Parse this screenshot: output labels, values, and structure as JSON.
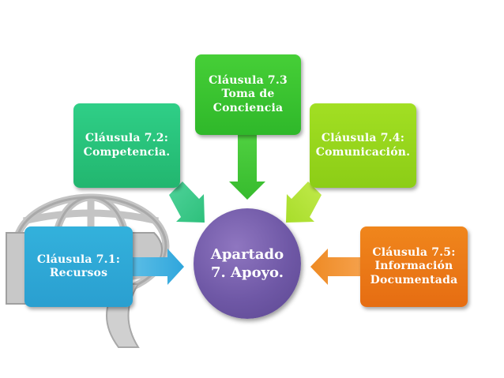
{
  "diagram": {
    "center": {
      "label": "Apartado\n7. Apoyo.",
      "color": "#6f58a6"
    },
    "nodes": [
      {
        "id": "7.1",
        "label": "Cláusula 7.1:\nRecursos",
        "color": "#2a9fd0"
      },
      {
        "id": "7.2",
        "label": "Cláusula 7.2:\nCompetencia.",
        "color": "#22b66f"
      },
      {
        "id": "7.3",
        "label": "Cláusula 7.3\nToma de\nConciencia",
        "color": "#2fb82a"
      },
      {
        "id": "7.4",
        "label": "Cláusula 7.4:\nComunicación.",
        "color": "#8ccd16"
      },
      {
        "id": "7.5",
        "label": "Cláusula 7.5:\nInformación\nDocumentada",
        "color": "#e66d12"
      }
    ],
    "background_logo": "globe-logo-watermark"
  }
}
